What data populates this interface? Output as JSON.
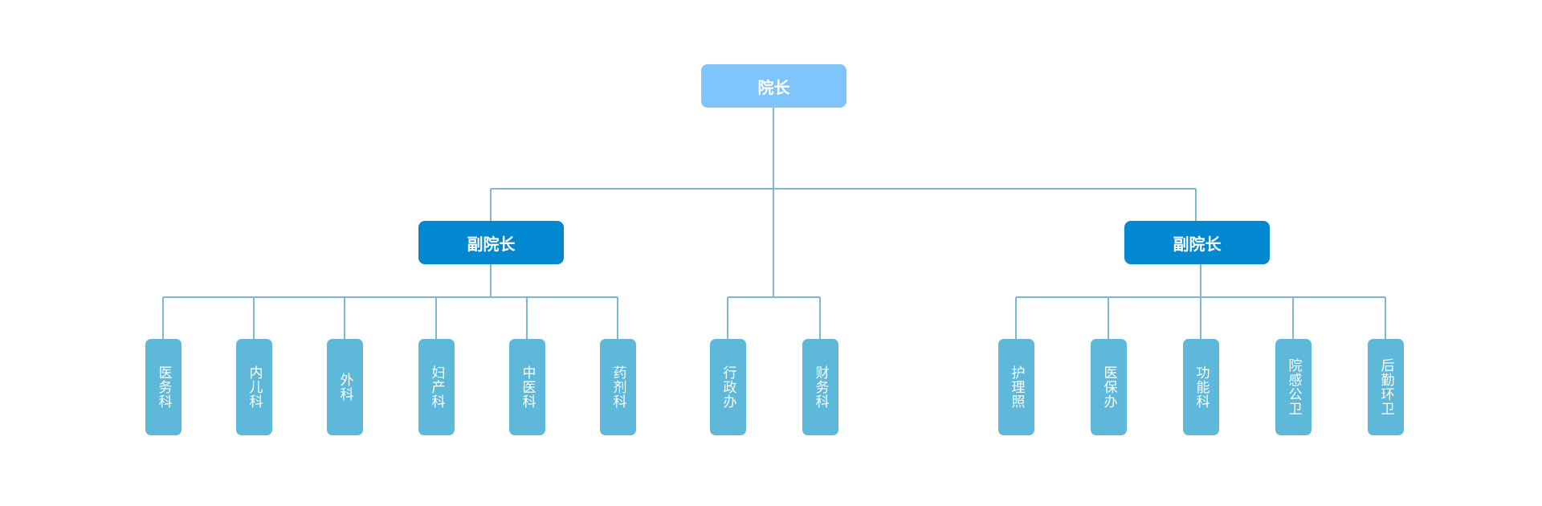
{
  "colors": {
    "root": "#7fc4fb",
    "vice_president": "#0288d1",
    "department": "#5eb8da",
    "connector": "#7cb9cf"
  },
  "root": {
    "label": "院长"
  },
  "vice_presidents": [
    {
      "label": "副院长"
    },
    {
      "label": "副院长"
    }
  ],
  "left_departments": [
    "医务科",
    "内儿科",
    "外科",
    "妇产科",
    "中医科",
    "药剂科"
  ],
  "center_departments": [
    "行政办",
    "财务科"
  ],
  "right_departments": [
    "护理照",
    "医保办",
    "功能科",
    "院感公卫",
    "后勤环卫"
  ]
}
